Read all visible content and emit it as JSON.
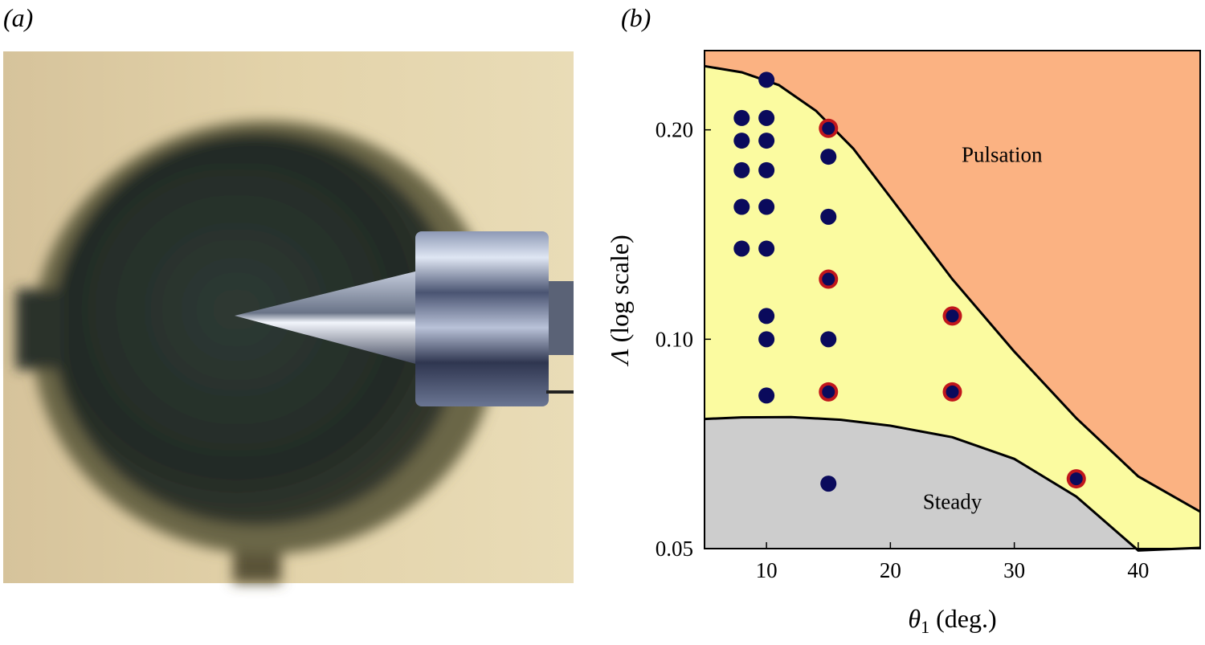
{
  "panels": {
    "a_label": "(a)",
    "b_label": "(b)"
  },
  "colors": {
    "pulsation": "#fbb282",
    "middle": "#fbfba0",
    "steady": "#cdcdcd",
    "point_fill": "#0a0a5c",
    "ring": "#c0161c",
    "boundary": "#000000"
  },
  "chart_data": {
    "type": "scatter",
    "xlabel_symbol": "θ",
    "xlabel_sub": "1",
    "xlabel_rest": " (deg.)",
    "ylabel_symbol": "Λ",
    "ylabel_rest": " (log scale)",
    "xlim": [
      5,
      45
    ],
    "ylim": [
      0.05,
      0.26
    ],
    "y_scale": "log",
    "x_ticks": [
      10,
      20,
      30,
      40
    ],
    "x_tick_labels": [
      "10",
      "20",
      "30",
      "40"
    ],
    "y_ticks": [
      0.05,
      0.1,
      0.2
    ],
    "y_tick_labels": [
      "0.05",
      "0.10",
      "0.20"
    ],
    "regions": [
      {
        "name": "Pulsation",
        "label": "Pulsation",
        "label_at": [
          29,
          0.18
        ]
      },
      {
        "name": "Steady",
        "label": "Steady",
        "label_at": [
          25,
          0.057
        ]
      }
    ],
    "upper_boundary": [
      [
        5,
        0.247
      ],
      [
        8,
        0.242
      ],
      [
        11,
        0.232
      ],
      [
        14,
        0.213
      ],
      [
        17,
        0.188
      ],
      [
        20,
        0.16
      ],
      [
        25,
        0.122
      ],
      [
        30,
        0.096
      ],
      [
        35,
        0.077
      ],
      [
        40,
        0.0635
      ],
      [
        45,
        0.0565
      ]
    ],
    "lower_boundary": [
      [
        5,
        0.0768
      ],
      [
        8,
        0.0772
      ],
      [
        12,
        0.0773
      ],
      [
        16,
        0.0766
      ],
      [
        20,
        0.0751
      ],
      [
        25,
        0.0723
      ],
      [
        30,
        0.0673
      ],
      [
        35,
        0.0594
      ],
      [
        40,
        0.0497
      ]
    ],
    "series": [
      {
        "marker": "dot",
        "points": [
          [
            10,
            0.236
          ],
          [
            8,
            0.208
          ],
          [
            10,
            0.208
          ],
          [
            8,
            0.193
          ],
          [
            10,
            0.193
          ],
          [
            8,
            0.175
          ],
          [
            10,
            0.175
          ],
          [
            8,
            0.155
          ],
          [
            10,
            0.155
          ],
          [
            8,
            0.135
          ],
          [
            10,
            0.135
          ],
          [
            10,
            0.108
          ],
          [
            10,
            0.1
          ],
          [
            10,
            0.083
          ],
          [
            15,
            0.183
          ],
          [
            15,
            0.15
          ],
          [
            15,
            0.1
          ],
          [
            15,
            0.062
          ]
        ]
      },
      {
        "marker": "ringed-dot",
        "points": [
          [
            15,
            0.201
          ],
          [
            15,
            0.122
          ],
          [
            15,
            0.084
          ],
          [
            25,
            0.108
          ],
          [
            25,
            0.084
          ],
          [
            35,
            0.063
          ]
        ]
      }
    ]
  }
}
